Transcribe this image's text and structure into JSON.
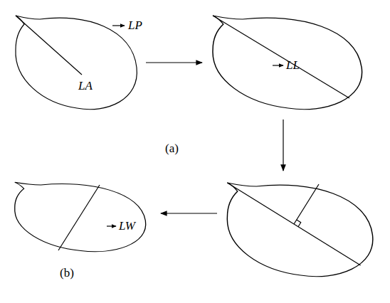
{
  "diagram": {
    "labels": [
      "LP",
      "LA",
      "LL",
      "(a)",
      "LW",
      "(b)"
    ]
  }
}
